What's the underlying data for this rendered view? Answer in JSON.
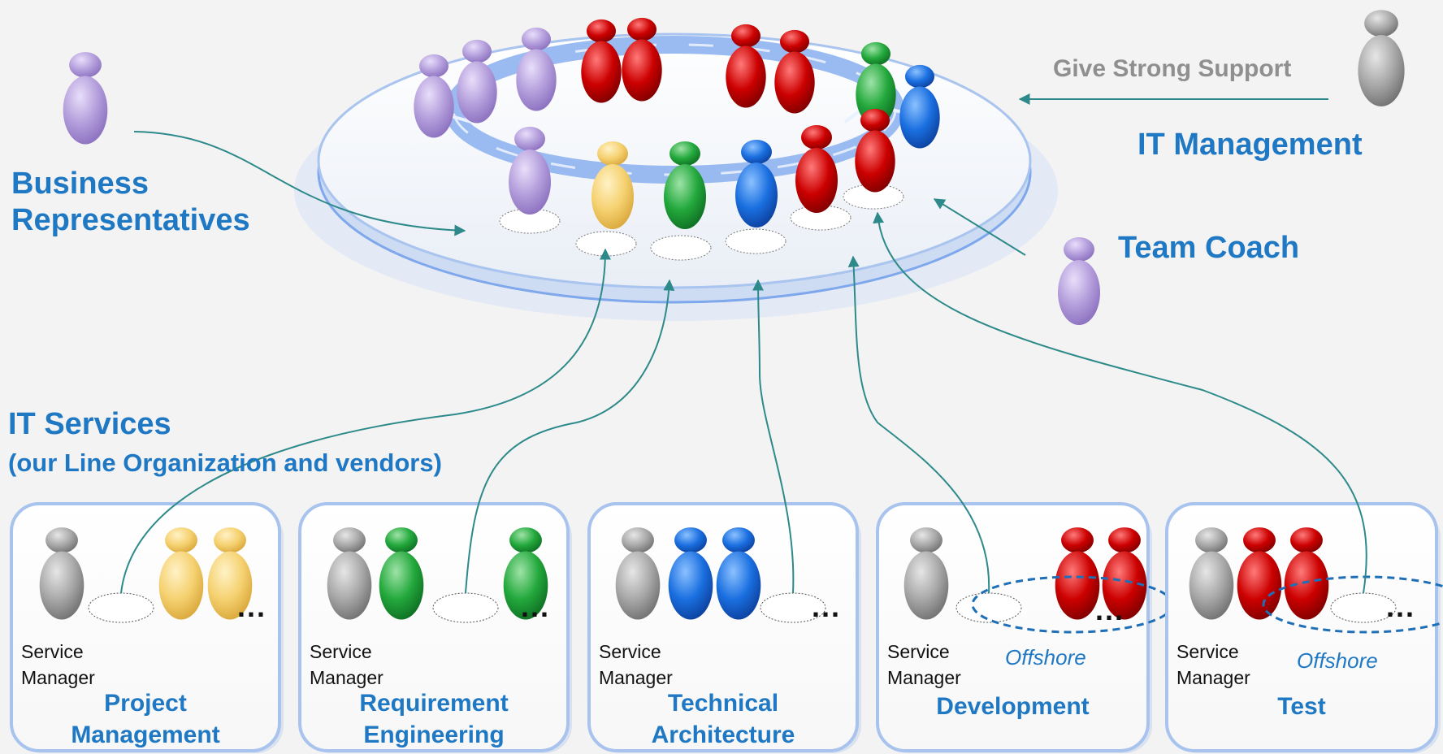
{
  "labels": {
    "business_representatives_line1": "Business",
    "business_representatives_line2": "Representatives",
    "give_strong_support": "Give Strong Support",
    "it_management": "IT Management",
    "team_coach": "Team Coach",
    "it_services": "IT Services",
    "it_services_sub": "(our Line Organization and vendors)"
  },
  "teams": [
    {
      "title_line1": "Project",
      "title_line2": "Management",
      "role_line1": "Service",
      "role_line2": "Manager",
      "more": "...",
      "members": [
        "gray",
        "yellow",
        "yellow"
      ],
      "offshore": ""
    },
    {
      "title_line1": "Requirement",
      "title_line2": "Engineering",
      "role_line1": "Service",
      "role_line2": "Manager",
      "more": "...",
      "members": [
        "gray",
        "green",
        "green"
      ],
      "offshore": ""
    },
    {
      "title_line1": "Technical",
      "title_line2": "Architecture",
      "role_line1": "Service",
      "role_line2": "Manager",
      "more": "...",
      "members": [
        "gray",
        "blue",
        "blue"
      ],
      "offshore": ""
    },
    {
      "title_line1": "Development",
      "title_line2": "",
      "role_line1": "Service",
      "role_line2": "Manager",
      "more": "...",
      "members": [
        "gray",
        "red",
        "red"
      ],
      "offshore": "Offshore"
    },
    {
      "title_line1": "Test",
      "title_line2": "",
      "role_line1": "Service",
      "role_line2": "Manager",
      "more": "...",
      "members": [
        "gray",
        "red",
        "red"
      ],
      "offshore": "Offshore"
    }
  ],
  "colors": {
    "accent_text": "#1f78c3",
    "connector": "#2e8a8a",
    "purple": "#b39ddb",
    "yellow": "#f5d170",
    "green": "#23a83c",
    "blue": "#1a6fe0",
    "red": "#cc0000",
    "gray": "#a8a8a8",
    "panel_border": "#a7c3ee",
    "ring": "#7fa8ec"
  }
}
